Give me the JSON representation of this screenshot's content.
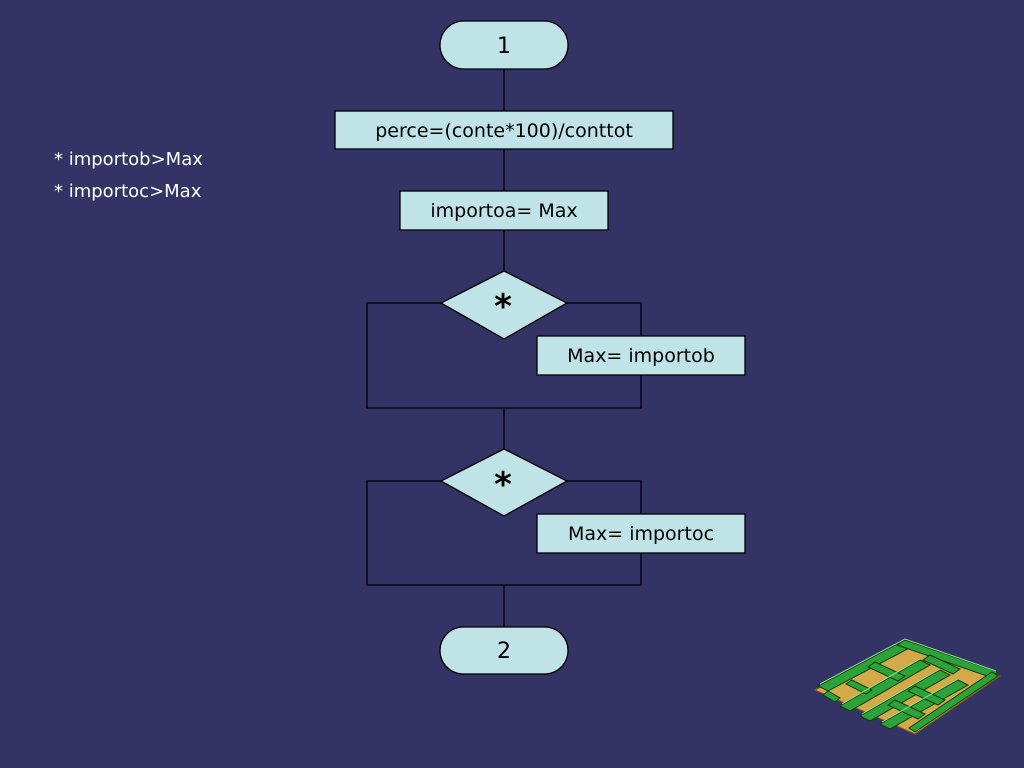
{
  "notes": [
    "* importob>Max",
    "* importoc>Max"
  ],
  "flowchart": {
    "start_label": "1",
    "end_label": "2",
    "step_perce": "perce=(conte*100)/conttot",
    "step_importoa": "importoa= Max",
    "decision_1": "*",
    "action_1": "Max= importob",
    "decision_2": "*",
    "action_2": "Max= importoc"
  },
  "colors": {
    "background": "#333366",
    "node_fill": "#bfe3e6",
    "stroke": "#000000",
    "note_text": "#ffffff"
  },
  "decoration": {
    "icon": "maze-icon"
  }
}
